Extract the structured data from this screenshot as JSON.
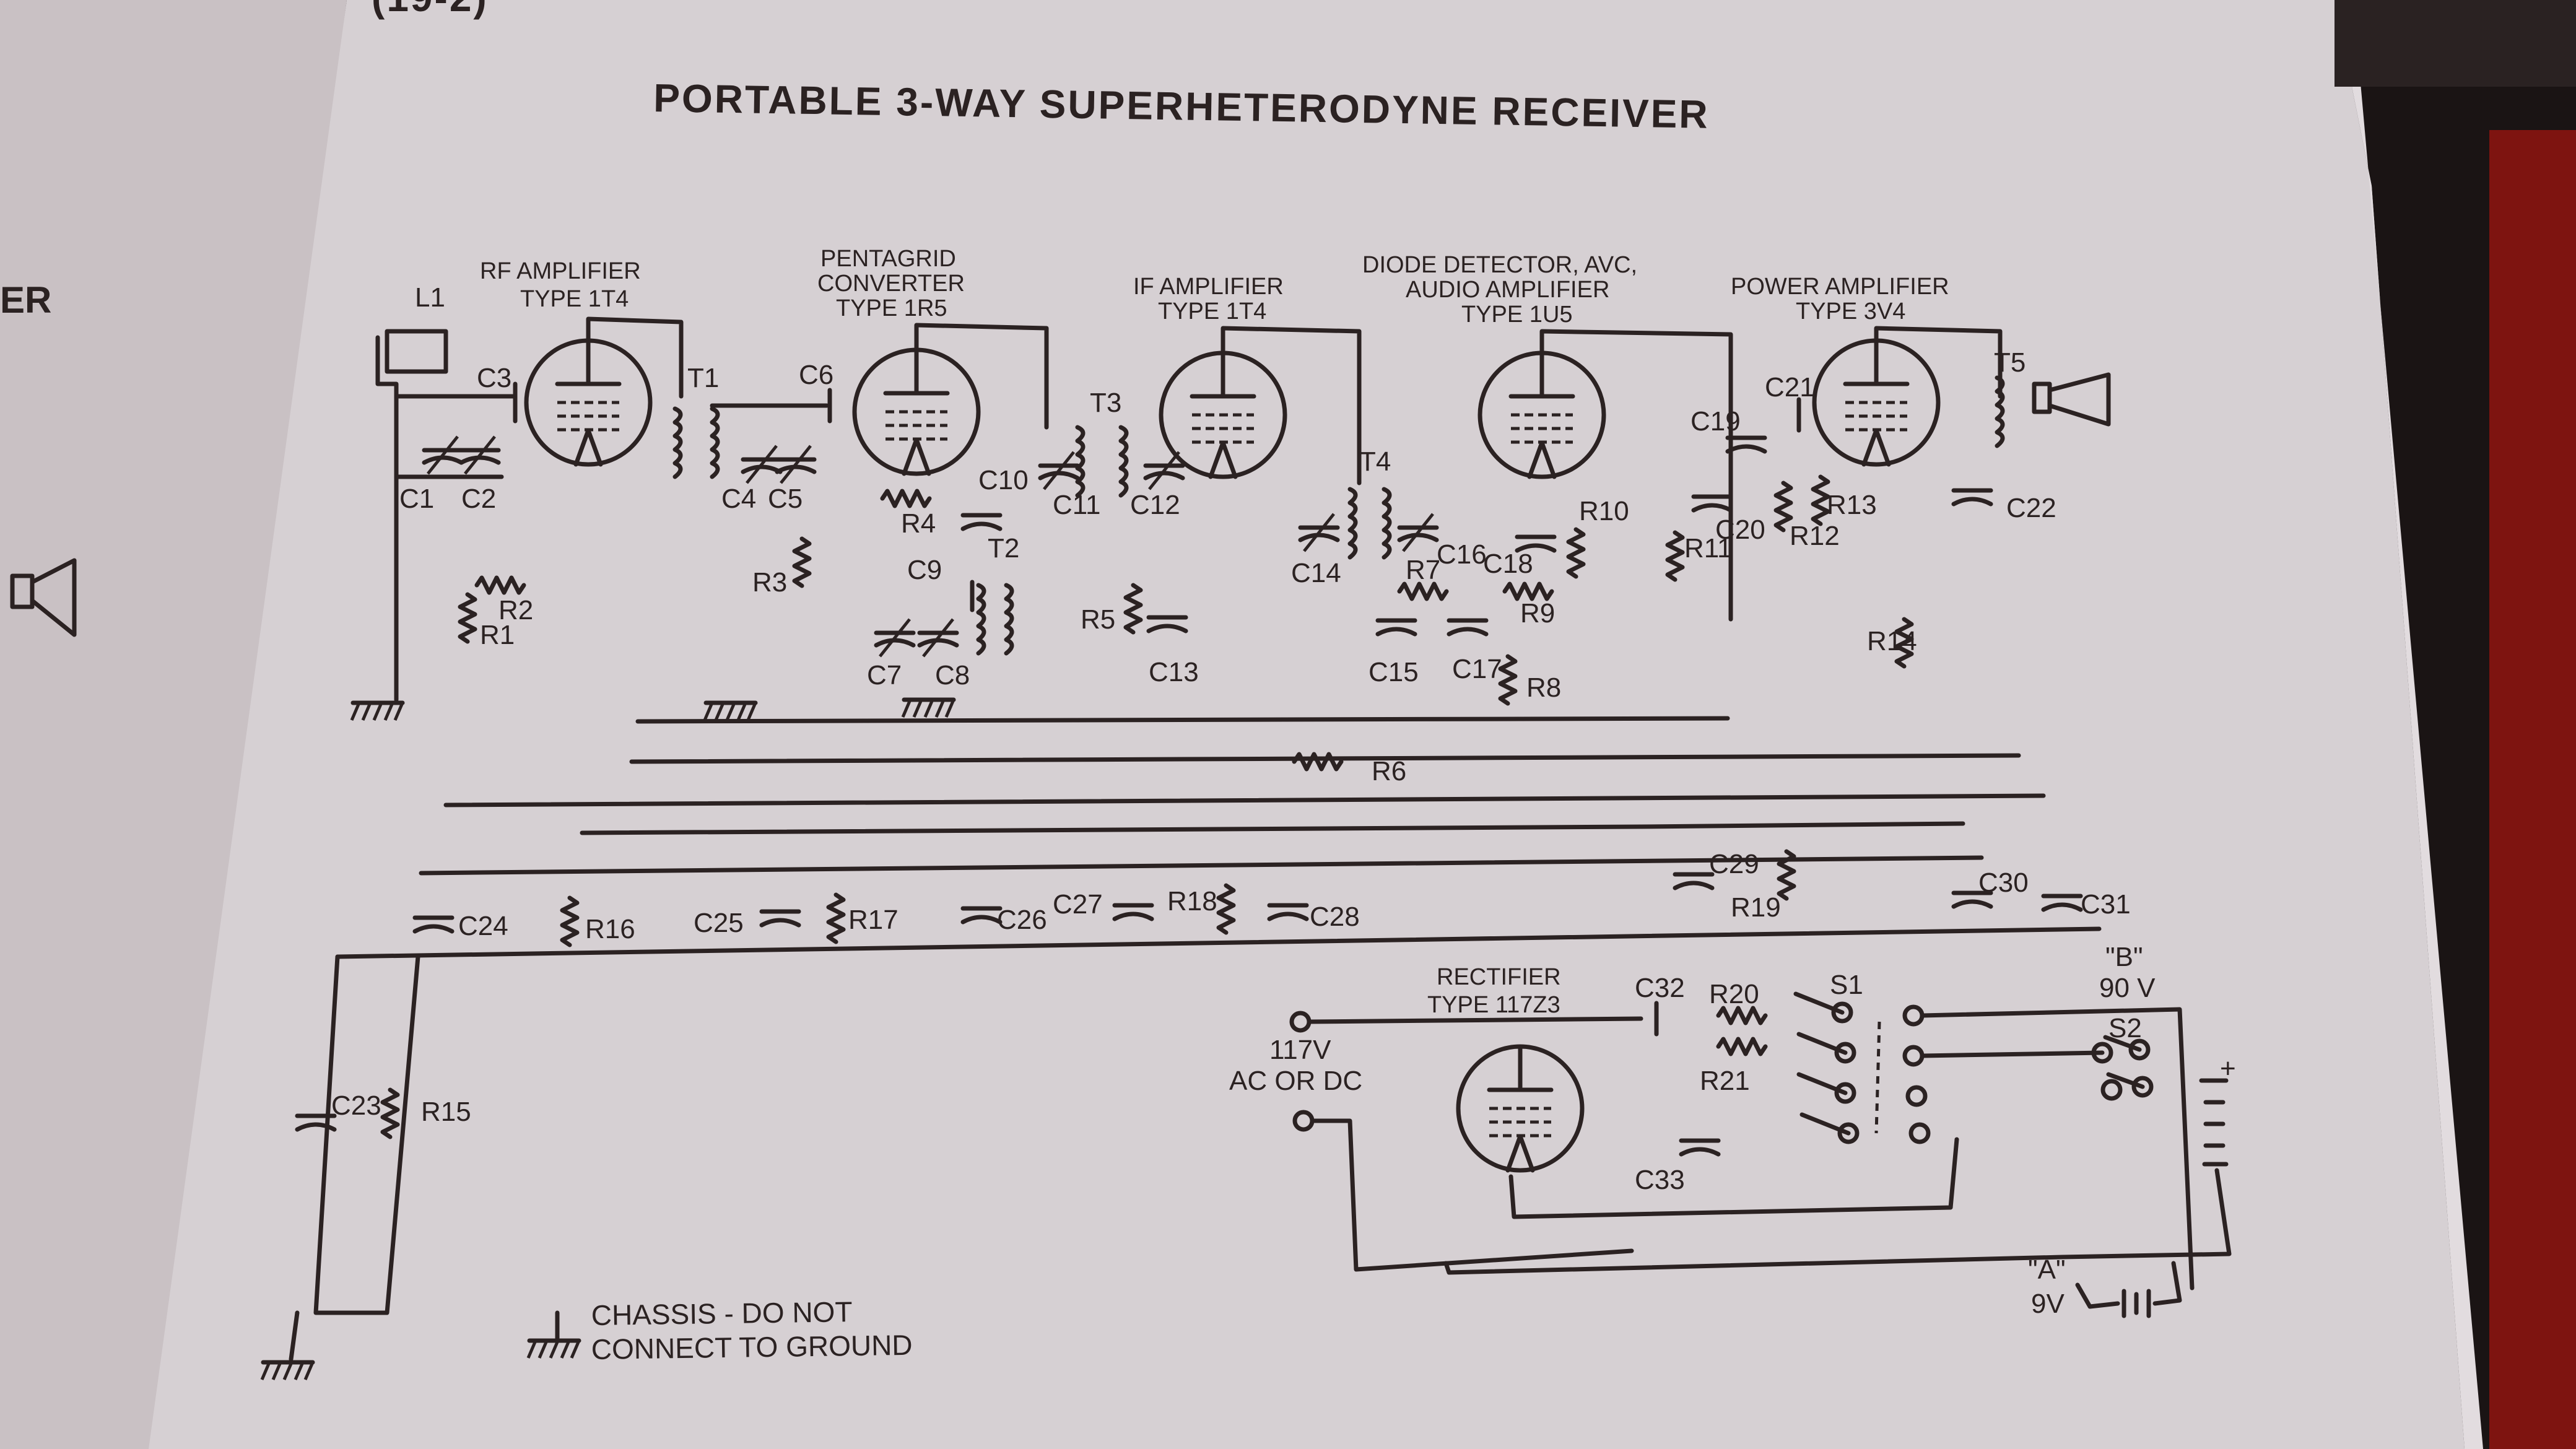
{
  "page": {
    "corner_text": "(19-2)",
    "title": "PORTABLE 3-WAY SUPERHETERODYNE RECEIVER",
    "left_page_fragment": "ER"
  },
  "stages": [
    {
      "name": "RF AMPLIFIER",
      "type": "TYPE 1T4"
    },
    {
      "name": "PENTAGRID CONVERTER",
      "name_lines": [
        "PENTAGRID",
        "CONVERTER"
      ],
      "type": "TYPE 1R5"
    },
    {
      "name": "IF AMPLIFIER",
      "type": "TYPE 1T4"
    },
    {
      "name": "DIODE DETECTOR, AVC, AUDIO AMPLIFIER",
      "name_lines": [
        "DIODE DETECTOR, AVC,",
        "AUDIO AMPLIFIER"
      ],
      "type": "TYPE 1U5"
    },
    {
      "name": "POWER AMPLIFIER",
      "type": "TYPE 3V4"
    },
    {
      "name": "RECTIFIER",
      "type": "TYPE 117Z3"
    }
  ],
  "components": {
    "inductors": [
      "L1"
    ],
    "transformers": [
      "T1",
      "T2",
      "T3",
      "T4",
      "T5"
    ],
    "capacitors": [
      "C1",
      "C2",
      "C3",
      "C4",
      "C5",
      "C6",
      "C7",
      "C8",
      "C9",
      "C10",
      "C11",
      "C12",
      "C13",
      "C14",
      "C15",
      "C16",
      "C17",
      "C18",
      "C19",
      "C20",
      "C21",
      "C22",
      "C23",
      "C24",
      "C25",
      "C26",
      "C27",
      "C28",
      "C29",
      "C30",
      "C31",
      "C32",
      "C33"
    ],
    "resistors": [
      "R1",
      "R2",
      "R3",
      "R4",
      "R5",
      "R6",
      "R7",
      "R8",
      "R9",
      "R10",
      "R11",
      "R12",
      "R13",
      "R14",
      "R15",
      "R16",
      "R17",
      "R18",
      "R19",
      "R20",
      "R21"
    ],
    "switches": [
      "S1",
      "S2"
    ]
  },
  "power": {
    "line_input": [
      "117V",
      "AC OR DC"
    ],
    "battery_b": [
      "\"B\"",
      "90 V"
    ],
    "battery_a": [
      "\"A\"",
      "9V"
    ],
    "plus": "+",
    "minus": "-"
  },
  "note": [
    "CHASSIS - DO NOT",
    "CONNECT TO GROUND"
  ]
}
